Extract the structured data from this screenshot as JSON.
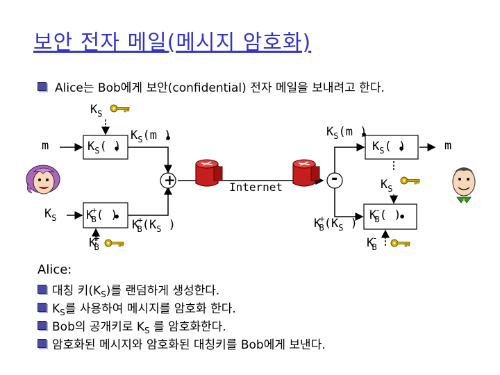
{
  "title": "보안 전자 메일(메시지 암호화)",
  "intro": "Alice는 Bob에게 보안(confidential) 전자 메일을 보내려고 한다.",
  "diagram": {
    "ks_key": {
      "k": "K",
      "s": "S"
    },
    "m_left": "m",
    "m_right": "m",
    "enc_box": {
      "k": "K",
      "s": "S",
      "arg": "( )"
    },
    "dec_box": {
      "k": "K",
      "s": "S",
      "arg": "( )"
    },
    "ksm_left": {
      "k": "K",
      "s": "S",
      "rest": "(m )"
    },
    "ksm_right": {
      "k": "K",
      "s": "S",
      "rest": "(m )"
    },
    "plus": "+",
    "minus": "-",
    "internet": "Internet",
    "ks_left": {
      "k": "K",
      "s": "S"
    },
    "ks_right": {
      "k": "K",
      "s": "S"
    },
    "kb_enc": {
      "k": "K",
      "s": "B",
      "sup": "+",
      "arg": "( )"
    },
    "kb_dec": {
      "k": "K",
      "s": "B",
      "sup": "-",
      "arg": "( )"
    },
    "kbks_left": {
      "k": "K",
      "s": "B",
      "sup": "+",
      "rest": "(K",
      "s2": "S",
      "close": " )"
    },
    "kbks_right": {
      "k": "K",
      "s": "B",
      "sup": "+",
      "rest": "(K",
      "s2": "S",
      "close": " )"
    },
    "kb_pub_key": {
      "k": "K",
      "s": "B",
      "sup": "+"
    },
    "kb_priv_key": {
      "k": "K",
      "s": "B",
      "sup": "-"
    }
  },
  "alice": {
    "heading": "Alice:",
    "step1": {
      "pre": "대칭 키(K",
      "sub": "S",
      "post": ")를 랜덤하게 생성한다."
    },
    "step2": {
      "pre": "K",
      "sub": "S",
      "post": "를 사용하여 메시지를 암호화 한다."
    },
    "step3": {
      "pre": "Bob의 공개키로 K",
      "sub": "S",
      "post": " 를 암호화한다."
    },
    "step4": {
      "pre": "암호화된 메시지와 암호화된 대칭키를 Bob에게 보낸다."
    }
  },
  "colors": {
    "title": "#3333cc",
    "bullet": "#4a4aa0",
    "router": "#c41e1e",
    "key": "#d8b000",
    "box_bg": "#ffffff"
  }
}
